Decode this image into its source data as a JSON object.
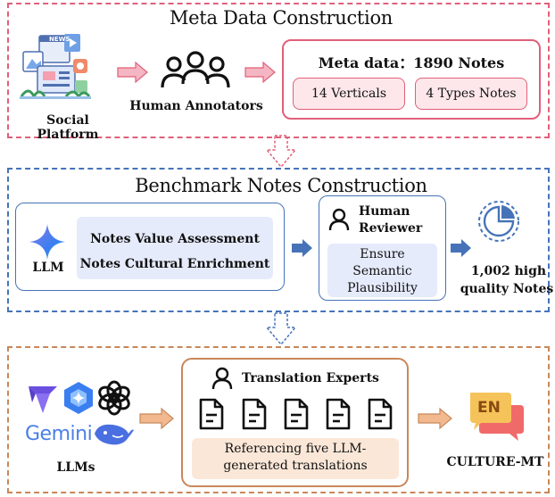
{
  "meta": {
    "title": "Meta Data Construction",
    "social_platform": "Social Platform",
    "human_annotators": "Human Annotators",
    "meta_data_label": "Meta data：1890 Notes",
    "verticals": "14 Verticals",
    "types_notes": "4 Types Notes",
    "news_badge": "NEWS"
  },
  "benchmark": {
    "title": "Benchmark Notes Construction",
    "llm": "LLM",
    "value_assessment": "Notes Value Assessment",
    "cultural_enrichment": "Notes Cultural Enrichment",
    "human_reviewer_line1": "Human",
    "human_reviewer_line2": "Reviewer",
    "ensure_line1": "Ensure",
    "ensure_line2": "Semantic",
    "ensure_line3": "Plausibility",
    "quality_line1": "1,002 high",
    "quality_line2": "quality Notes"
  },
  "translation": {
    "gemini": "Gemini",
    "llms": "LLMs",
    "experts": "Translation Experts",
    "ref_line1": "Referencing five LLM-",
    "ref_line2": "generated translations",
    "en_badge": "EN",
    "culture_mt": "CULTURE-MT"
  },
  "colors": {
    "red": "#e0607a",
    "blue": "#4673b8",
    "orange": "#c8875a",
    "red_box_fill": "#fde7ea",
    "lavender": "#e6ebfb",
    "peach": "#fbe7d8"
  }
}
